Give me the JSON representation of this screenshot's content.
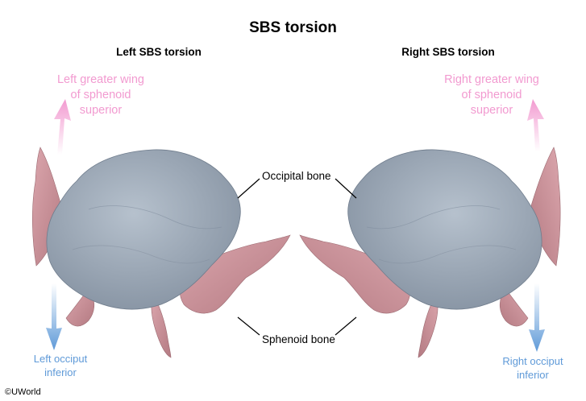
{
  "title": "SBS torsion",
  "left": {
    "heading": "Left SBS torsion",
    "up_label": [
      "Left greater wing",
      "of sphenoid",
      "superior"
    ],
    "down_label": [
      "Left occiput",
      "inferior"
    ]
  },
  "right": {
    "heading": "Right SBS torsion",
    "up_label": [
      "Right greater wing",
      "of sphenoid",
      "superior"
    ],
    "down_label": [
      "Right occiput",
      "inferior"
    ]
  },
  "labels": {
    "occipital": "Occipital bone",
    "sphenoid": "Sphenoid bone"
  },
  "credit": "©UWorld",
  "colors": {
    "superior_arrow": "#f29ad0",
    "inferior_arrow": "#5f9ad8",
    "occipital_bone": "#9aa7b6",
    "sphenoid_bone": "#c98f96"
  }
}
